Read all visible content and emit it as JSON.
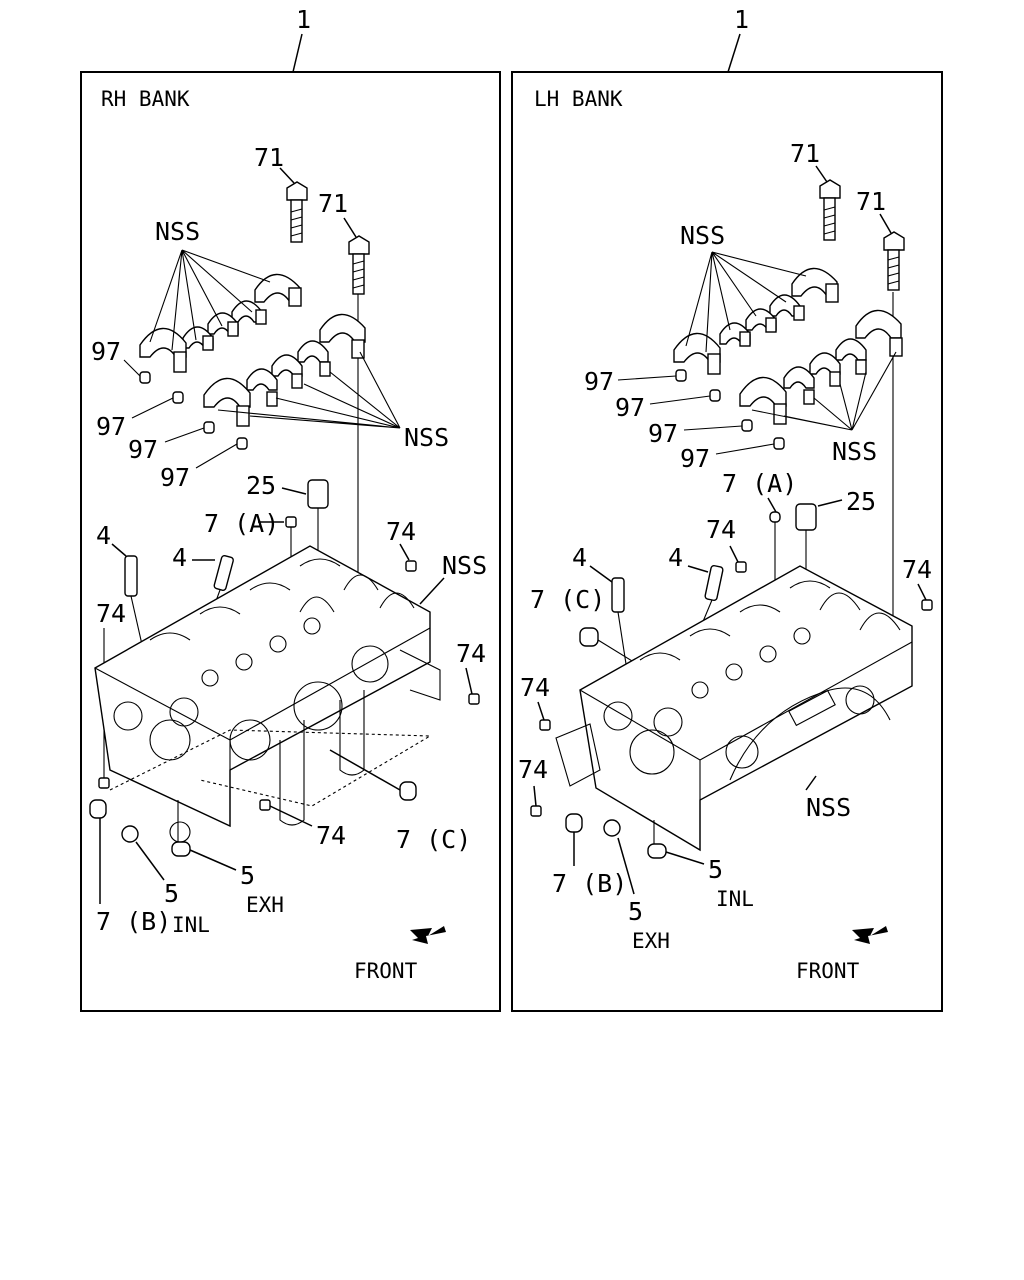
{
  "diagram": {
    "callout_number": "1",
    "panels": [
      {
        "id": "rh",
        "title": "RH BANK",
        "front_label": "FRONT",
        "labels": {
          "l71a": "71",
          "l71b": "71",
          "nss_top": "NSS",
          "nss_right": "NSS",
          "nss_block": "NSS",
          "l97a": "97",
          "l97b": "97",
          "l97c": "97",
          "l97d": "97",
          "l25": "25",
          "l7a": "7 (A)",
          "l4a": "4",
          "l4b": "4",
          "l74a": "74",
          "l74b": "74",
          "l74c": "74",
          "l74d": "74",
          "l7c": "7 (C)",
          "l7b": "7 (B)",
          "l5inl": "5",
          "inl": "INL",
          "l5exh": "5",
          "exh": "EXH"
        }
      },
      {
        "id": "lh",
        "title": "LH BANK",
        "front_label": "FRONT",
        "labels": {
          "l71a": "71",
          "l71b": "71",
          "nss_top": "NSS",
          "nss_right": "NSS",
          "nss_block": "NSS",
          "l97a": "97",
          "l97b": "97",
          "l97c": "97",
          "l97d": "97",
          "l25": "25",
          "l7a": "7 (A)",
          "l4a": "4",
          "l4b": "4",
          "l74a": "74",
          "l74b": "74",
          "l74c": "74",
          "l74d": "74",
          "l7c": "7 (C)",
          "l7b": "7 (B)",
          "l5exh": "5",
          "exh": "EXH",
          "l5inl": "5",
          "inl": "INL"
        }
      }
    ]
  }
}
